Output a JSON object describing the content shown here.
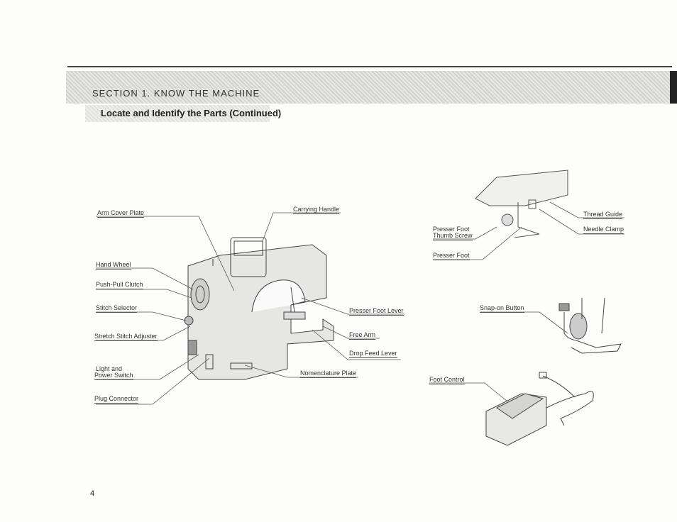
{
  "header": {
    "section_title": "SECTION 1. KNOW THE MACHINE",
    "subtitle": "Locate and Identify the Parts (Continued)"
  },
  "labels": {
    "arm_cover_plate": "Arm Cover Plate",
    "carrying_handle": "Carrying Handle",
    "hand_wheel": "Hand Wheel",
    "push_pull_clutch": "Push-Pull Clutch",
    "stitch_selector": "Stitch Selector",
    "stretch_stitch_adjuster": "Stretch Stitch Adjuster",
    "light_and": "Light and",
    "power_switch": "Power Switch",
    "plug_connector": "Plug Connector",
    "presser_foot_lever": "Presser Foot Lever",
    "free_arm": "Free Arm",
    "drop_feed_lever": "Drop Feed Lever",
    "nomenclature_plate": "Nomenclature Plate",
    "presser_foot_line1": "Presser Foot",
    "presser_foot_line2": "Thumb Screw",
    "presser_foot": "Presser Foot",
    "thread_guide": "Thread Guide",
    "needle_clamp": "Needle Clamp",
    "snap_on_button": "Snap-on Button",
    "foot_control": "Foot Control"
  },
  "page_number": "4"
}
